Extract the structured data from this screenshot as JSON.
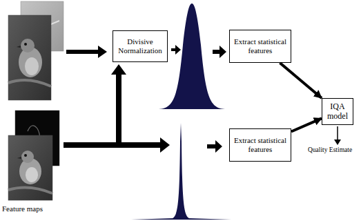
{
  "diagram": {
    "nodes": [
      {
        "text": [
          "Divisive Normalization"
        ]
      },
      {
        "text": [
          "Extract statistical features"
        ]
      },
      {
        "text": [
          "Extract statistical features"
        ]
      },
      {
        "text": [
          "IQA model"
        ]
      }
    ],
    "edges": [
      {
        "from": 1,
        "to": 3,
        "arrow": "to"
      },
      {
        "from": 2,
        "to": 3,
        "arrow": "to"
      }
    ],
    "labels": [
      "Feature maps",
      "Quality Estimate"
    ]
  }
}
